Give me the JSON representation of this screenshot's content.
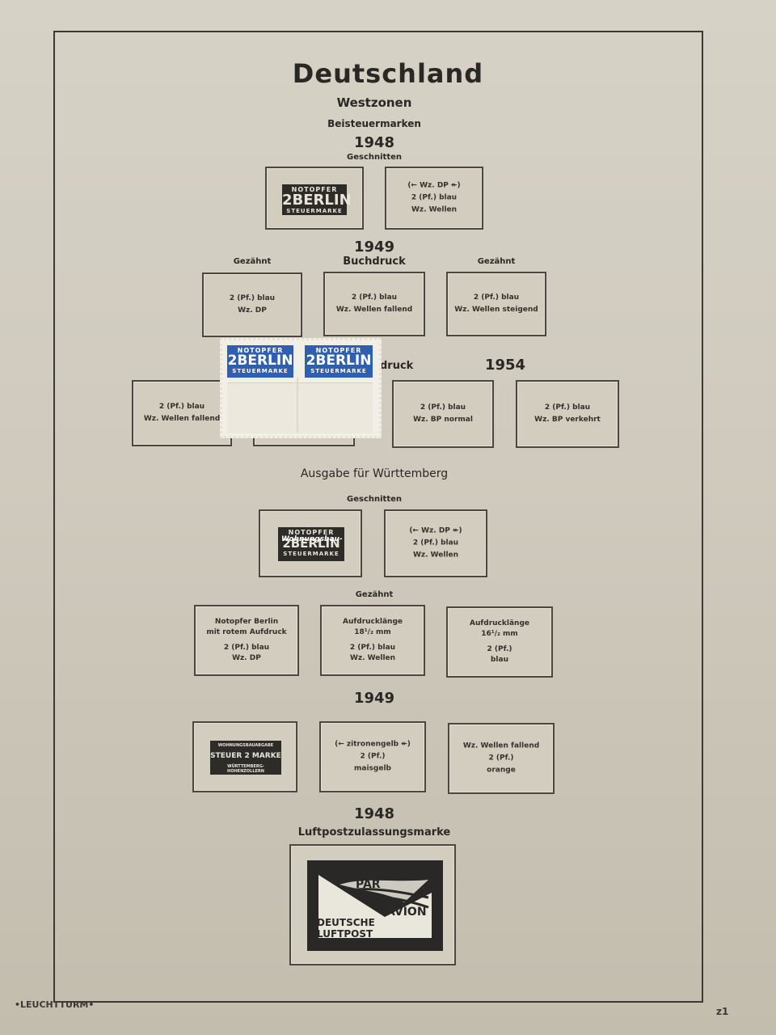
{
  "page": {
    "title": "Deutschland",
    "subtitle": "Westzonen",
    "section": "Beisteuermarken",
    "footer_brand": "•LEUCHTTURM•",
    "page_number": "z1"
  },
  "block1948": {
    "year": "1948",
    "label": "Geschnitten",
    "stamp": {
      "top": "NOTOPFER",
      "mid": "2BERLIN",
      "bot": "STEUERMARKE"
    },
    "box": [
      "(← Wz. DP ↞)",
      "2 (Pf.)  blau",
      "Wz. Wellen"
    ]
  },
  "block1949": {
    "year": "1949",
    "labels": [
      "Gezähnt",
      "Buchdruck",
      "Gezähnt"
    ],
    "boxes": [
      [
        "2 (Pf.)  blau",
        "Wz. DP"
      ],
      [
        "2 (Pf.)  blau",
        "Wz. Wellen fallend"
      ],
      [
        "2 (Pf.)  blau",
        "Wz. Wellen steigend"
      ]
    ]
  },
  "block1954": {
    "partial_label": "druck",
    "year": "1954",
    "boxes": [
      [
        "2 (Pf.)  blau",
        "Wz. Wellen fallend"
      ],
      [
        "2 (Pf.)  blau",
        "Wz. BP normal"
      ],
      [
        "2 (Pf.)  blau",
        "Wz. BP verkehrt"
      ]
    ],
    "real_stamp": {
      "top": "NOTOPFER",
      "mid": "2BERLIN",
      "bot": "STEUERMARKE",
      "color": "#2f5fb0"
    }
  },
  "wuerttemberg": {
    "heading": "Ausgabe für Württemberg",
    "label_cut": "Geschnitten",
    "stamp": {
      "top": "NOTOPFER",
      "overprint": "Wohnungsbau-",
      "mid": "2BERLIN",
      "bot": "STEUERMARKE"
    },
    "box_cut": [
      "(← Wz. DP ↞)",
      "2 (Pf.)  blau",
      "Wz. Wellen"
    ],
    "label_perf": "Gezähnt",
    "boxes_perf": [
      [
        "Notopfer Berlin",
        "mit rotem Aufdruck",
        "2 (Pf.)  blau",
        "Wz. DP"
      ],
      [
        "Aufdrucklänge",
        "18¹/₂ mm",
        "2 (Pf.)  blau",
        "Wz. Wellen"
      ],
      [
        "Aufdrucklänge",
        "16¹/₂ mm",
        "2 (Pf.)",
        "blau"
      ]
    ]
  },
  "block1949b": {
    "year": "1949",
    "stamp": {
      "top": "WOHNUNGSBAUABGABE",
      "mid": "STEUER 2 MARKE",
      "bot": "WÜRTTEMBERG-HOHENZOLLERN"
    },
    "boxes": [
      [
        "(← zitronengelb ↞)",
        "2 (Pf.)",
        "maisgelb"
      ],
      [
        "Wz. Wellen fallend",
        "2 (Pf.)",
        "orange"
      ]
    ]
  },
  "airmail": {
    "year": "1948",
    "label": "Luftpostzulassungsmarke",
    "text_par": "PAR",
    "text_avion": "AVION",
    "text_deutsche": "DEUTSCHE",
    "text_luftpost": "LUFTPOST"
  }
}
